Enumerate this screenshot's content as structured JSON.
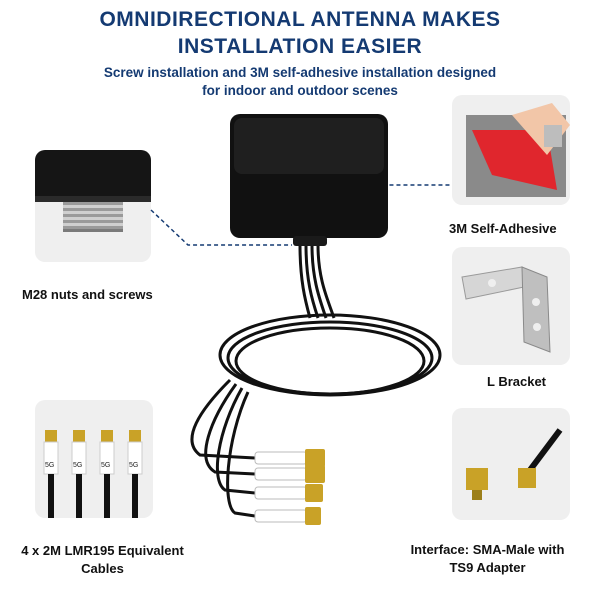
{
  "header": {
    "title_line1": "OMNIDIRECTIONAL ANTENNA MAKES",
    "title_line2": "INSTALLATION EASIER",
    "subtitle_line1": "Screw installation and 3M self-adhesive installation designed",
    "subtitle_line2": "for indoor and outdoor scenes"
  },
  "features": {
    "nuts": "M28 nuts and screws",
    "adhesive": "3M Self-Adhesive",
    "bracket": "L Bracket",
    "cables_line1": "4 x 2M LMR195 Equivalent",
    "cables_line2": "Cables",
    "interface_line1": "Interface: SMA-Male with",
    "interface_line2": "TS9 Adapter"
  },
  "cable_tag": "5G",
  "colors": {
    "title": "#143a72",
    "card": "#efefef",
    "antenna": "#111111",
    "adhesive_red": "#e0262d",
    "gold": "#c9a227"
  }
}
